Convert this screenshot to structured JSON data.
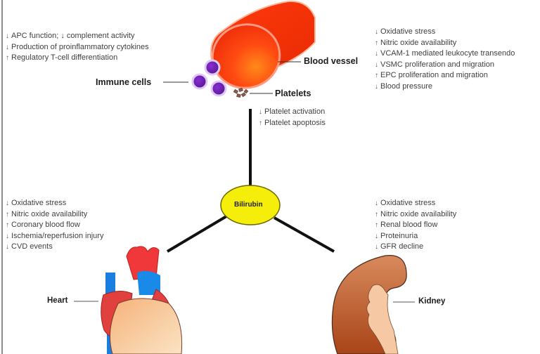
{
  "diagram": {
    "center": {
      "label": "Bilirubin",
      "fill": "#f5ee0a",
      "stroke": "#6b6400"
    },
    "blood_vessel": {
      "label": "Blood vessel",
      "effects": [
        {
          "dir": "↓",
          "text": "Oxidative stress"
        },
        {
          "dir": "↑",
          "text": "Nitric oxide availability"
        },
        {
          "dir": "↓",
          "text": "VCAM-1 mediated leukocyte transendo"
        },
        {
          "dir": "↓",
          "text": "VSMC proliferation and migration"
        },
        {
          "dir": "↑",
          "text": "EPC proliferation and migration"
        },
        {
          "dir": "↓",
          "text": "Blood pressure"
        }
      ]
    },
    "immune_cells": {
      "label": "Immune cells",
      "effects": [
        {
          "dir": "↓",
          "text": "APC function; ↓ complement activity"
        },
        {
          "dir": "↓",
          "text": "Production of proinflammatory cytokines"
        },
        {
          "dir": "↑",
          "text": "Regulatory T-cell differentiation"
        }
      ]
    },
    "platelets": {
      "label": "Platelets",
      "effects": [
        {
          "dir": "↓",
          "text": "Platelet activation"
        },
        {
          "dir": "↑",
          "text": "Platelet apoptosis"
        }
      ]
    },
    "heart": {
      "label": "Heart",
      "effects": [
        {
          "dir": "↓",
          "text": "Oxidative stress"
        },
        {
          "dir": "↑",
          "text": "Nitric oxide availability"
        },
        {
          "dir": "↑",
          "text": "Coronary blood flow"
        },
        {
          "dir": "↓",
          "text": "Ischemia/reperfusion injury"
        },
        {
          "dir": "↓",
          "text": "CVD events"
        }
      ]
    },
    "kidney": {
      "label": "Kidney",
      "effects": [
        {
          "dir": "↓",
          "text": "Oxidative stress"
        },
        {
          "dir": "↑",
          "text": "Nitric oxide availability"
        },
        {
          "dir": "↑",
          "text": "Renal blood flow"
        },
        {
          "dir": "↓",
          "text": "Proteinuria"
        },
        {
          "dir": "↓",
          "text": "GFR decline"
        }
      ]
    }
  }
}
